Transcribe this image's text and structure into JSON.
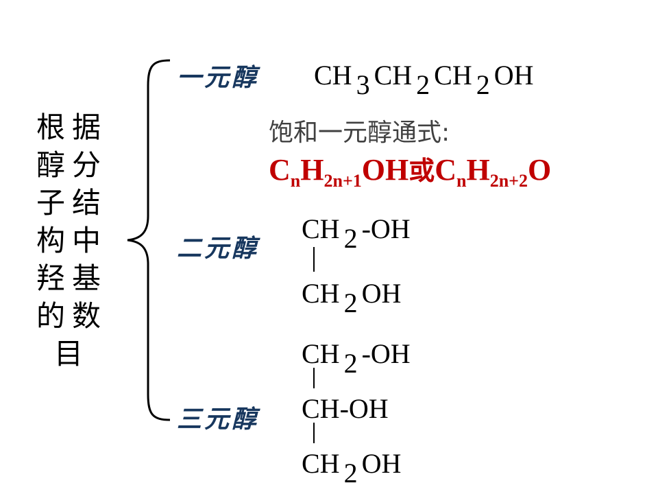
{
  "title_chars": [
    "根",
    "据",
    "醇",
    "分",
    "子",
    "结",
    "构",
    "中",
    "羟",
    "基",
    "的",
    "数",
    "目"
  ],
  "categories": {
    "mono": "一元醇",
    "di": "二元醇",
    "tri": "三元醇"
  },
  "mono_formula": {
    "p1": "CH",
    "s1": "3",
    "p2": "CH",
    "s2": "2",
    "p3": "CH",
    "s3": "2",
    "p4": "OH"
  },
  "general_formula": {
    "label": "饱和一元醇通式:",
    "c1": "C",
    "n1": "n",
    "h1": "H",
    "n2": "2n+1",
    "oh": "OH",
    "or": "或",
    "c2": "C",
    "n3": "n",
    "h2": "H",
    "n4": "2n+2",
    "o": "O"
  },
  "diol": {
    "row1_a": "CH",
    "row1_sub": "2",
    "row1_b": "-OH",
    "row2_a": "CH",
    "row2_sub": "2",
    "row2_b": "OH"
  },
  "triol": {
    "row1_a": "CH",
    "row1_sub": "2",
    "row1_b": "-OH",
    "row2": "CH-OH",
    "row3_a": "CH",
    "row3_sub": "2",
    "row3_b": "OH"
  },
  "colors": {
    "category": "#17375e",
    "general": "#c00000",
    "note": "#404040"
  }
}
